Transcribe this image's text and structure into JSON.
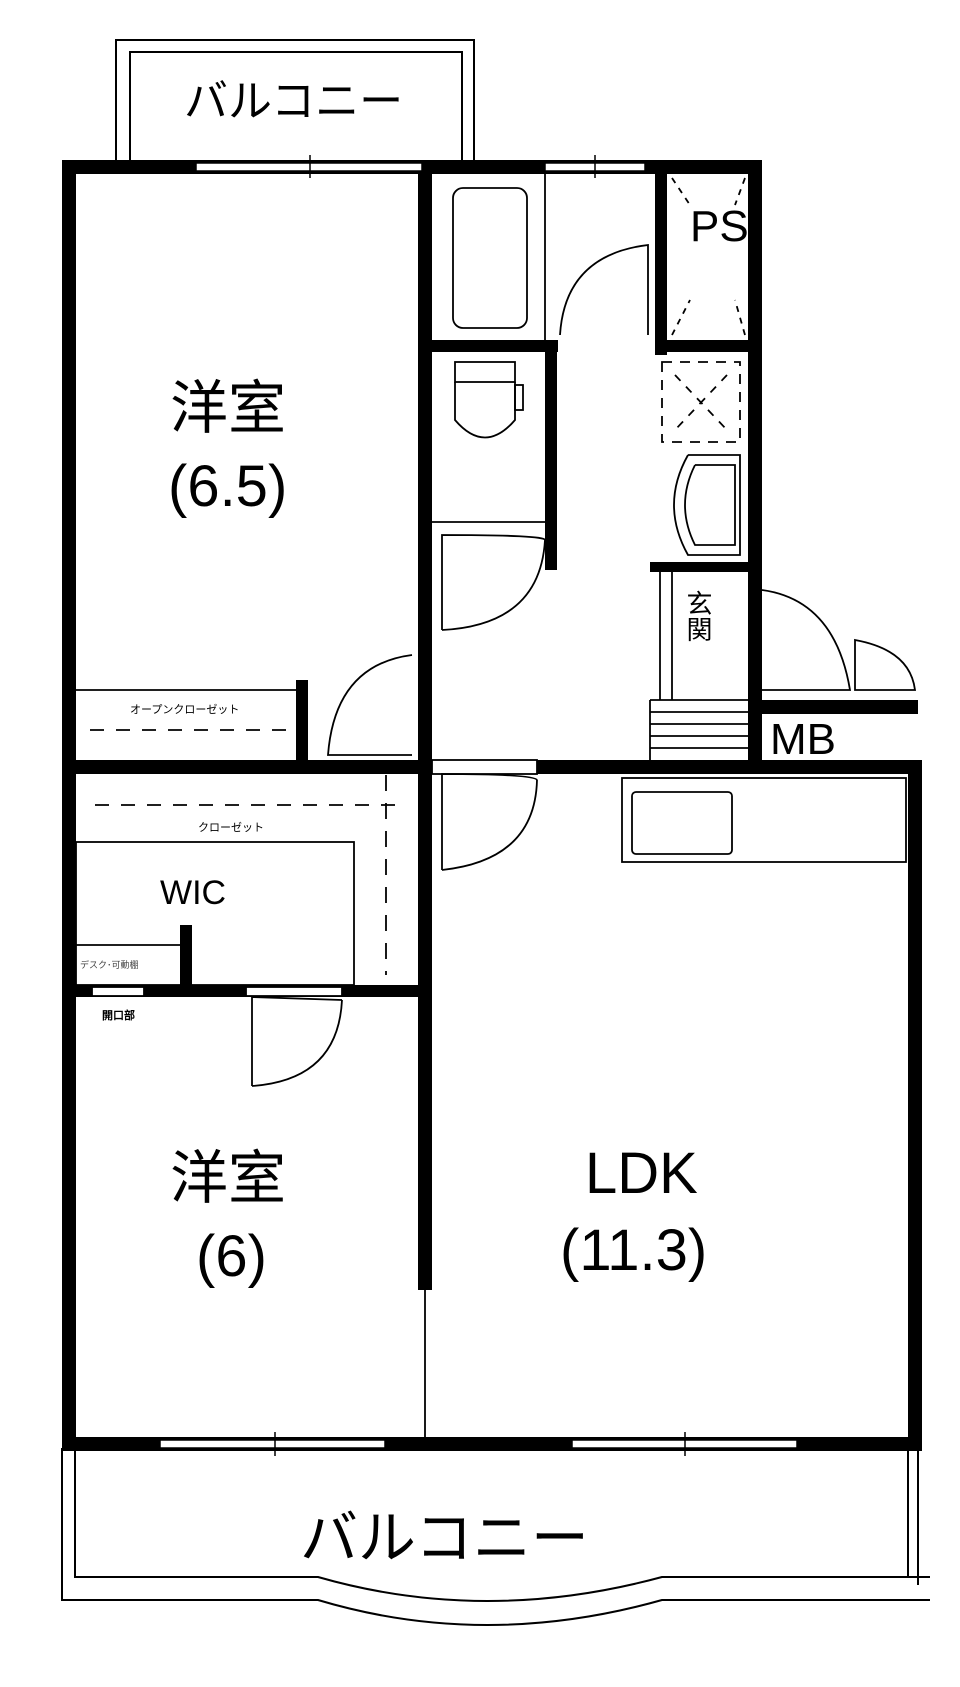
{
  "floor_plan": {
    "title": "",
    "layout_type": "2LDK",
    "balconies": [
      {
        "id": "balcony-top",
        "label": "バルコニー"
      },
      {
        "id": "balcony-bottom",
        "label": "バルコニー"
      }
    ],
    "rooms": [
      {
        "id": "western-room-1",
        "name": "洋室",
        "size": "(6.5)"
      },
      {
        "id": "western-room-2",
        "name": "洋室",
        "size": "(6)"
      },
      {
        "id": "ldk",
        "name": "LDK",
        "size": "(11.3)"
      },
      {
        "id": "wic",
        "name": "WIC"
      }
    ],
    "labels": {
      "ps": "PS",
      "mb": "MB",
      "entrance": "玄関",
      "open_closet": "オープンクローゼット",
      "closet": "クローゼット",
      "desk_shelf": "デスク･可動棚",
      "opening": "開口部"
    },
    "colors": {
      "wall": "#000000",
      "background": "#ffffff",
      "line": "#000000"
    }
  }
}
